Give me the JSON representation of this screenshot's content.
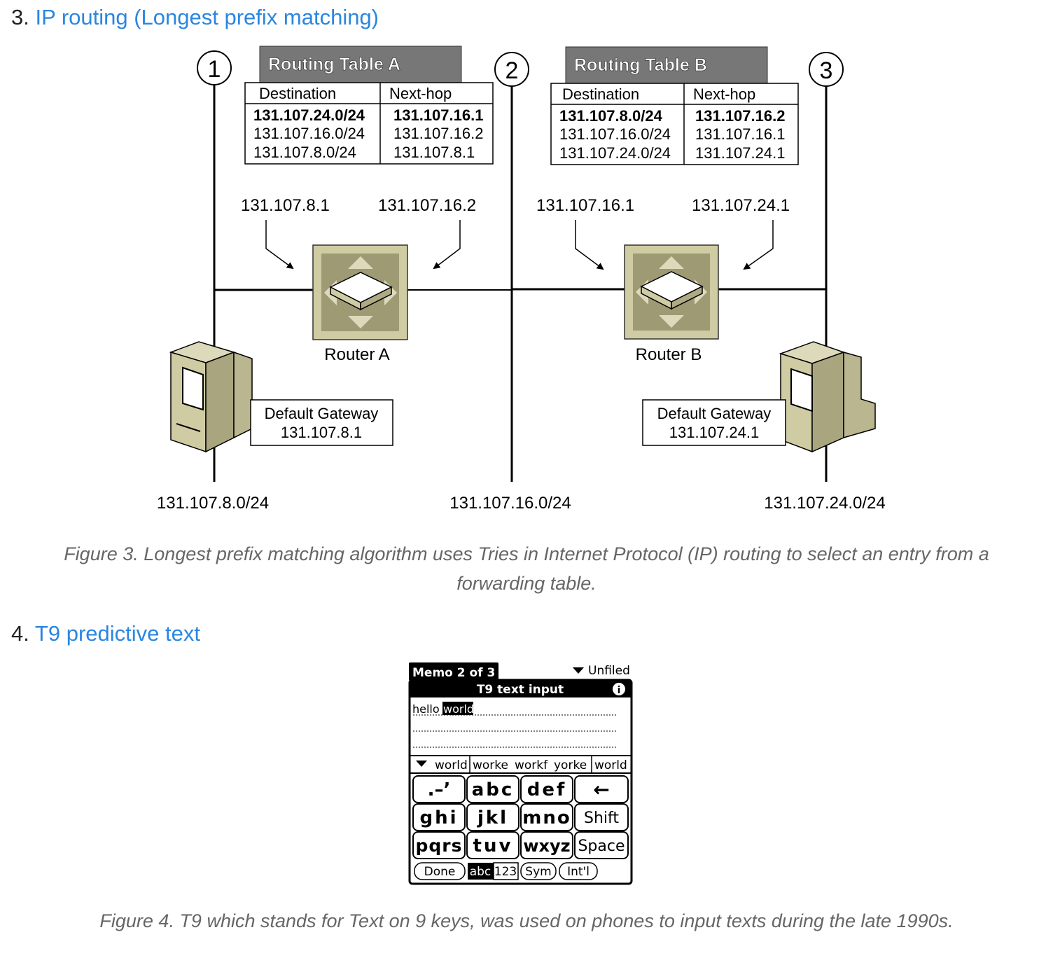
{
  "section3": {
    "number": "3.",
    "link": "IP routing (Longest prefix matching)"
  },
  "figure3": {
    "tableA": {
      "title": "Routing Table A",
      "headers": [
        "Destination",
        "Next-hop"
      ],
      "rows": [
        [
          "131.107.24.0/24",
          "131.107.16.1"
        ],
        [
          "131.107.16.0/24",
          "131.107.16.2"
        ],
        [
          "131.107.8.0/24",
          "131.107.8.1"
        ]
      ]
    },
    "tableB": {
      "title": "Routing Table B",
      "headers": [
        "Destination",
        "Next-hop"
      ],
      "rows": [
        [
          "131.107.8.0/24",
          "131.107.16.2"
        ],
        [
          "131.107.16.0/24",
          "131.107.16.1"
        ],
        [
          "131.107.24.0/24",
          "131.107.24.1"
        ]
      ]
    },
    "segment_labels": [
      "1",
      "2",
      "3"
    ],
    "routerA": {
      "label": "Router A",
      "if_left": "131.107.8.1",
      "if_right": "131.107.16.2"
    },
    "routerB": {
      "label": "Router B",
      "if_left": "131.107.16.1",
      "if_right": "131.107.24.1"
    },
    "gatewayA": {
      "title": "Default Gateway",
      "ip": "131.107.8.1"
    },
    "gatewayB": {
      "title": "Default Gateway",
      "ip": "131.107.24.1"
    },
    "networks": [
      "131.107.8.0/24",
      "131.107.16.0/24",
      "131.107.24.0/24"
    ],
    "caption": "Figure 3. Longest prefix matching algorithm uses Tries in Internet Protocol (IP) routing to select an entry from a forwarding table."
  },
  "section4": {
    "number": "4.",
    "link": "T9 predictive text"
  },
  "figure4": {
    "memo_title": "Memo 2 of 3",
    "category": "Unfiled",
    "input_title": "T9 text input",
    "info_icon": "info-icon",
    "text_plain": "hello",
    "text_selected": "world",
    "suggestions": [
      "world",
      "worke",
      "workf",
      "yorke",
      "world"
    ],
    "keys": [
      [
        ".–’",
        "abc",
        "def",
        "←"
      ],
      [
        "ghi",
        "jkl",
        "mno",
        "Shift"
      ],
      [
        "pqrs",
        "tuv",
        "wxyz",
        "Space"
      ]
    ],
    "bottom_buttons": [
      "Done",
      "abc",
      "123",
      "Sym",
      "Int'l"
    ],
    "caption": "Figure 4. T9 which stands for Text on 9 keys, was used on phones to input texts during the late 1990s."
  }
}
